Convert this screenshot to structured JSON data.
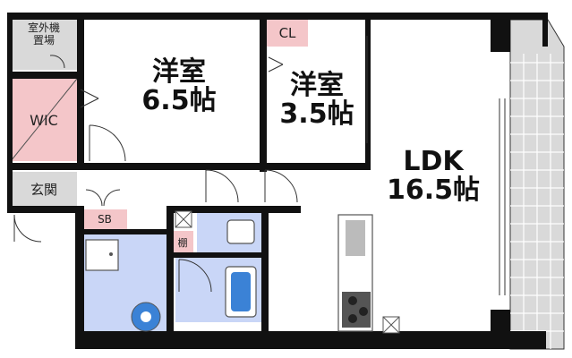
{
  "floorplan": {
    "rooms": {
      "western_room_1": {
        "name": "洋室",
        "size": "6.5帖"
      },
      "western_room_2": {
        "name": "洋室",
        "size": "3.5帖"
      },
      "ldk": {
        "name": "LDK",
        "size": "16.5帖"
      }
    },
    "labels": {
      "outdoor_unit": "室外機\n置場",
      "wic": "WIC",
      "entrance": "玄関",
      "shoe_box": "SB",
      "closet": "CL",
      "shelf": "棚"
    },
    "colors": {
      "wall": "#111111",
      "wic_fill": "#f4c6c9",
      "closet_fill": "#f4c6c9",
      "shoe_box_fill": "#f4c6c9",
      "shelf_fill": "#f4c6c9",
      "wet_area_fill": "#c9d6f7",
      "balcony_fill": "#d9d9d9",
      "entry_fill": "#d9d9d9",
      "door_line": "#333333"
    }
  }
}
